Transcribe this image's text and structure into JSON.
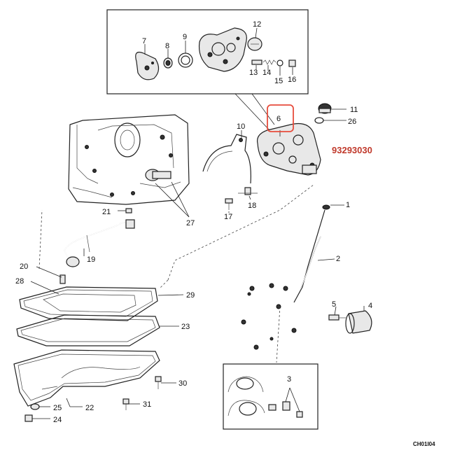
{
  "part_number": "93293030",
  "diagram_code": "CH01I04",
  "highlight": {
    "label": "6",
    "color": "#e74c3c"
  },
  "callouts": {
    "c1": "1",
    "c2": "2",
    "c3": "3",
    "c4": "4",
    "c5": "5",
    "c6": "6",
    "c7": "7",
    "c8": "8",
    "c9": "9",
    "c10": "10",
    "c11": "11",
    "c12": "12",
    "c13": "13",
    "c14": "14",
    "c15": "15",
    "c16": "16",
    "c17": "17",
    "c18": "18",
    "c19": "19",
    "c20": "20",
    "c21": "21",
    "c22": "22",
    "c23": "23",
    "c24": "24",
    "c25": "25",
    "c26": "26",
    "c27": "27",
    "c28": "28",
    "c29": "29",
    "c30": "30",
    "c31": "31"
  }
}
